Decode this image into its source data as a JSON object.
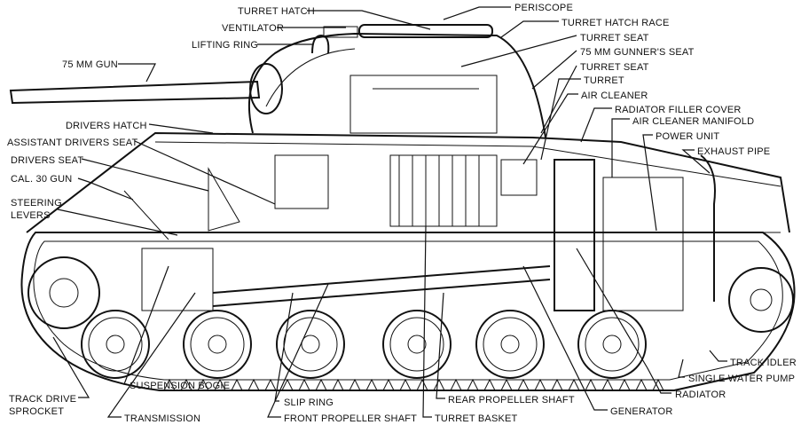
{
  "labels": {
    "turret_hatch": "TURRET HATCH",
    "periscope": "PERISCOPE",
    "ventilator": "VENTILATOR",
    "turret_hatch_race": "TURRET HATCH RACE",
    "lifting_ring": "LIFTING RING",
    "turret_seat_1": "TURRET SEAT",
    "gunners_seat": "75 MM GUNNER'S SEAT",
    "gun_75mm": "75 MM GUN",
    "turret_seat_2": "TURRET SEAT",
    "turret": "TURRET",
    "air_cleaner": "AIR CLEANER",
    "radiator_filler_cover": "RADIATOR FILLER COVER",
    "drivers_hatch": "DRIVERS HATCH",
    "air_cleaner_manifold": "AIR CLEANER MANIFOLD",
    "assistant_drivers_seat": "ASSISTANT DRIVERS SEAT",
    "power_unit": "POWER UNIT",
    "exhaust_pipe": "EXHAUST PIPE",
    "drivers_seat": "DRIVERS SEAT",
    "cal30_gun": "CAL. 30 GUN",
    "steering_levers_1": "STEERING",
    "steering_levers_2": "LEVERS",
    "track_idler": "TRACK IDLER",
    "single_water_pump": "SINGLE WATER PUMP",
    "radiator": "RADIATOR",
    "track_drive_sprocket_1": "TRACK DRIVE",
    "track_drive_sprocket_2": "SPROCKET",
    "suspension_bogie": "SUSPENSION BOGIE",
    "transmission": "TRANSMISSION",
    "slip_ring": "SLIP RING",
    "front_propeller_shaft": "FRONT PROPELLER SHAFT",
    "rear_propeller_shaft": "REAR PROPELLER SHAFT",
    "turret_basket": "TURRET BASKET",
    "generator": "GENERATOR"
  }
}
